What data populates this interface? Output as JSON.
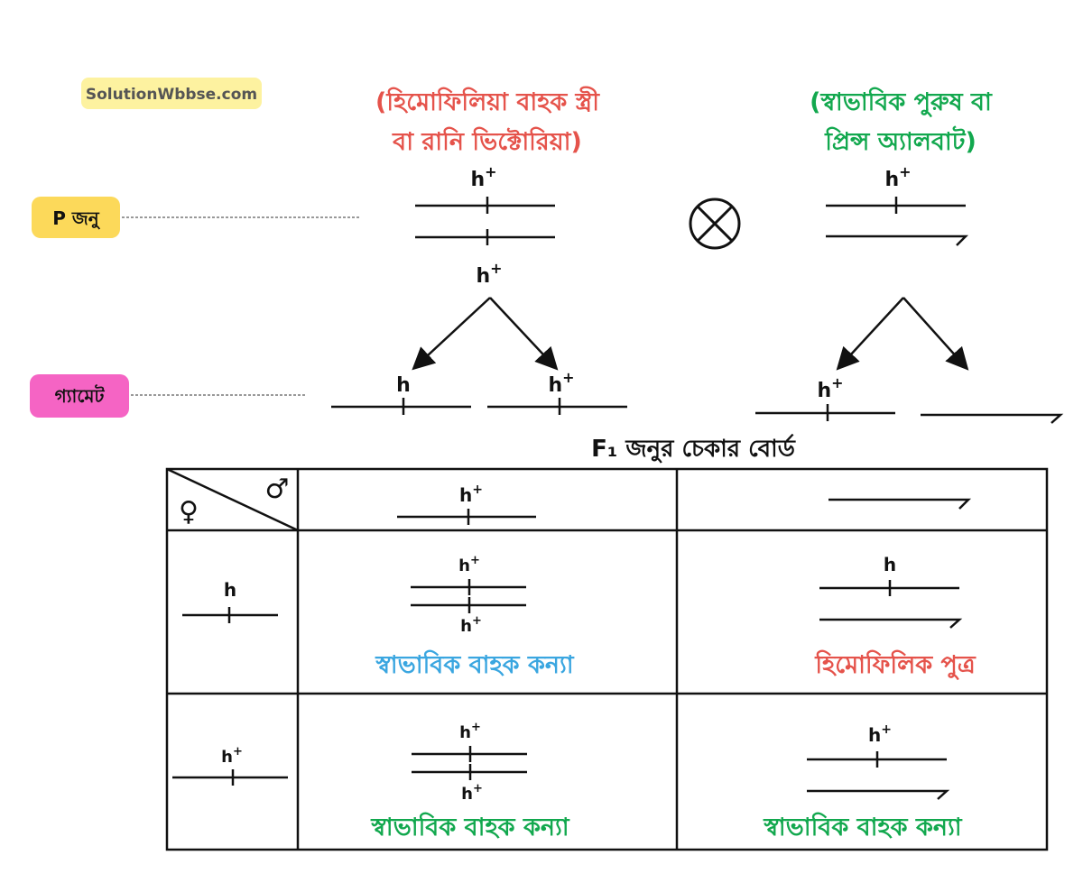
{
  "watermark": "SolutionWbbse.com",
  "labels": {
    "p_generation": "P জনু",
    "gamete": "গ্যামেট"
  },
  "parents": {
    "female_line1": "(হিমোফিলিয়া বাহক স্ত্রী",
    "female_line2": "বা রানি ভিক্টোরিয়া)",
    "male_line1": "(স্বাভাবিক পুরুষ বা",
    "male_line2": "প্রিন্স অ্যালবাট)"
  },
  "alleles": {
    "normal": "h",
    "normal_sup": "+",
    "recessive": "h"
  },
  "checkerboard": {
    "title": "F₁ জনুর চেকার বোর্ড",
    "female_symbol": "♀",
    "male_symbol": "♂",
    "cell_1_1": "স্বাভাবিক বাহক কন্যা",
    "cell_1_2": "হিমোফিলিক পুত্র",
    "cell_2_1": "স্বাভাবিক বাহক কন্যা",
    "cell_2_2": "স্বাভাবিক বাহক কন্যা"
  },
  "colors": {
    "red": "#e5534b",
    "green": "#12a84e",
    "blue": "#3aa6e0",
    "yellow_badge": "#fcd95a",
    "pink_badge": "#f564c4",
    "watermark_bg": "#fdf2a0",
    "ink": "#111111"
  }
}
